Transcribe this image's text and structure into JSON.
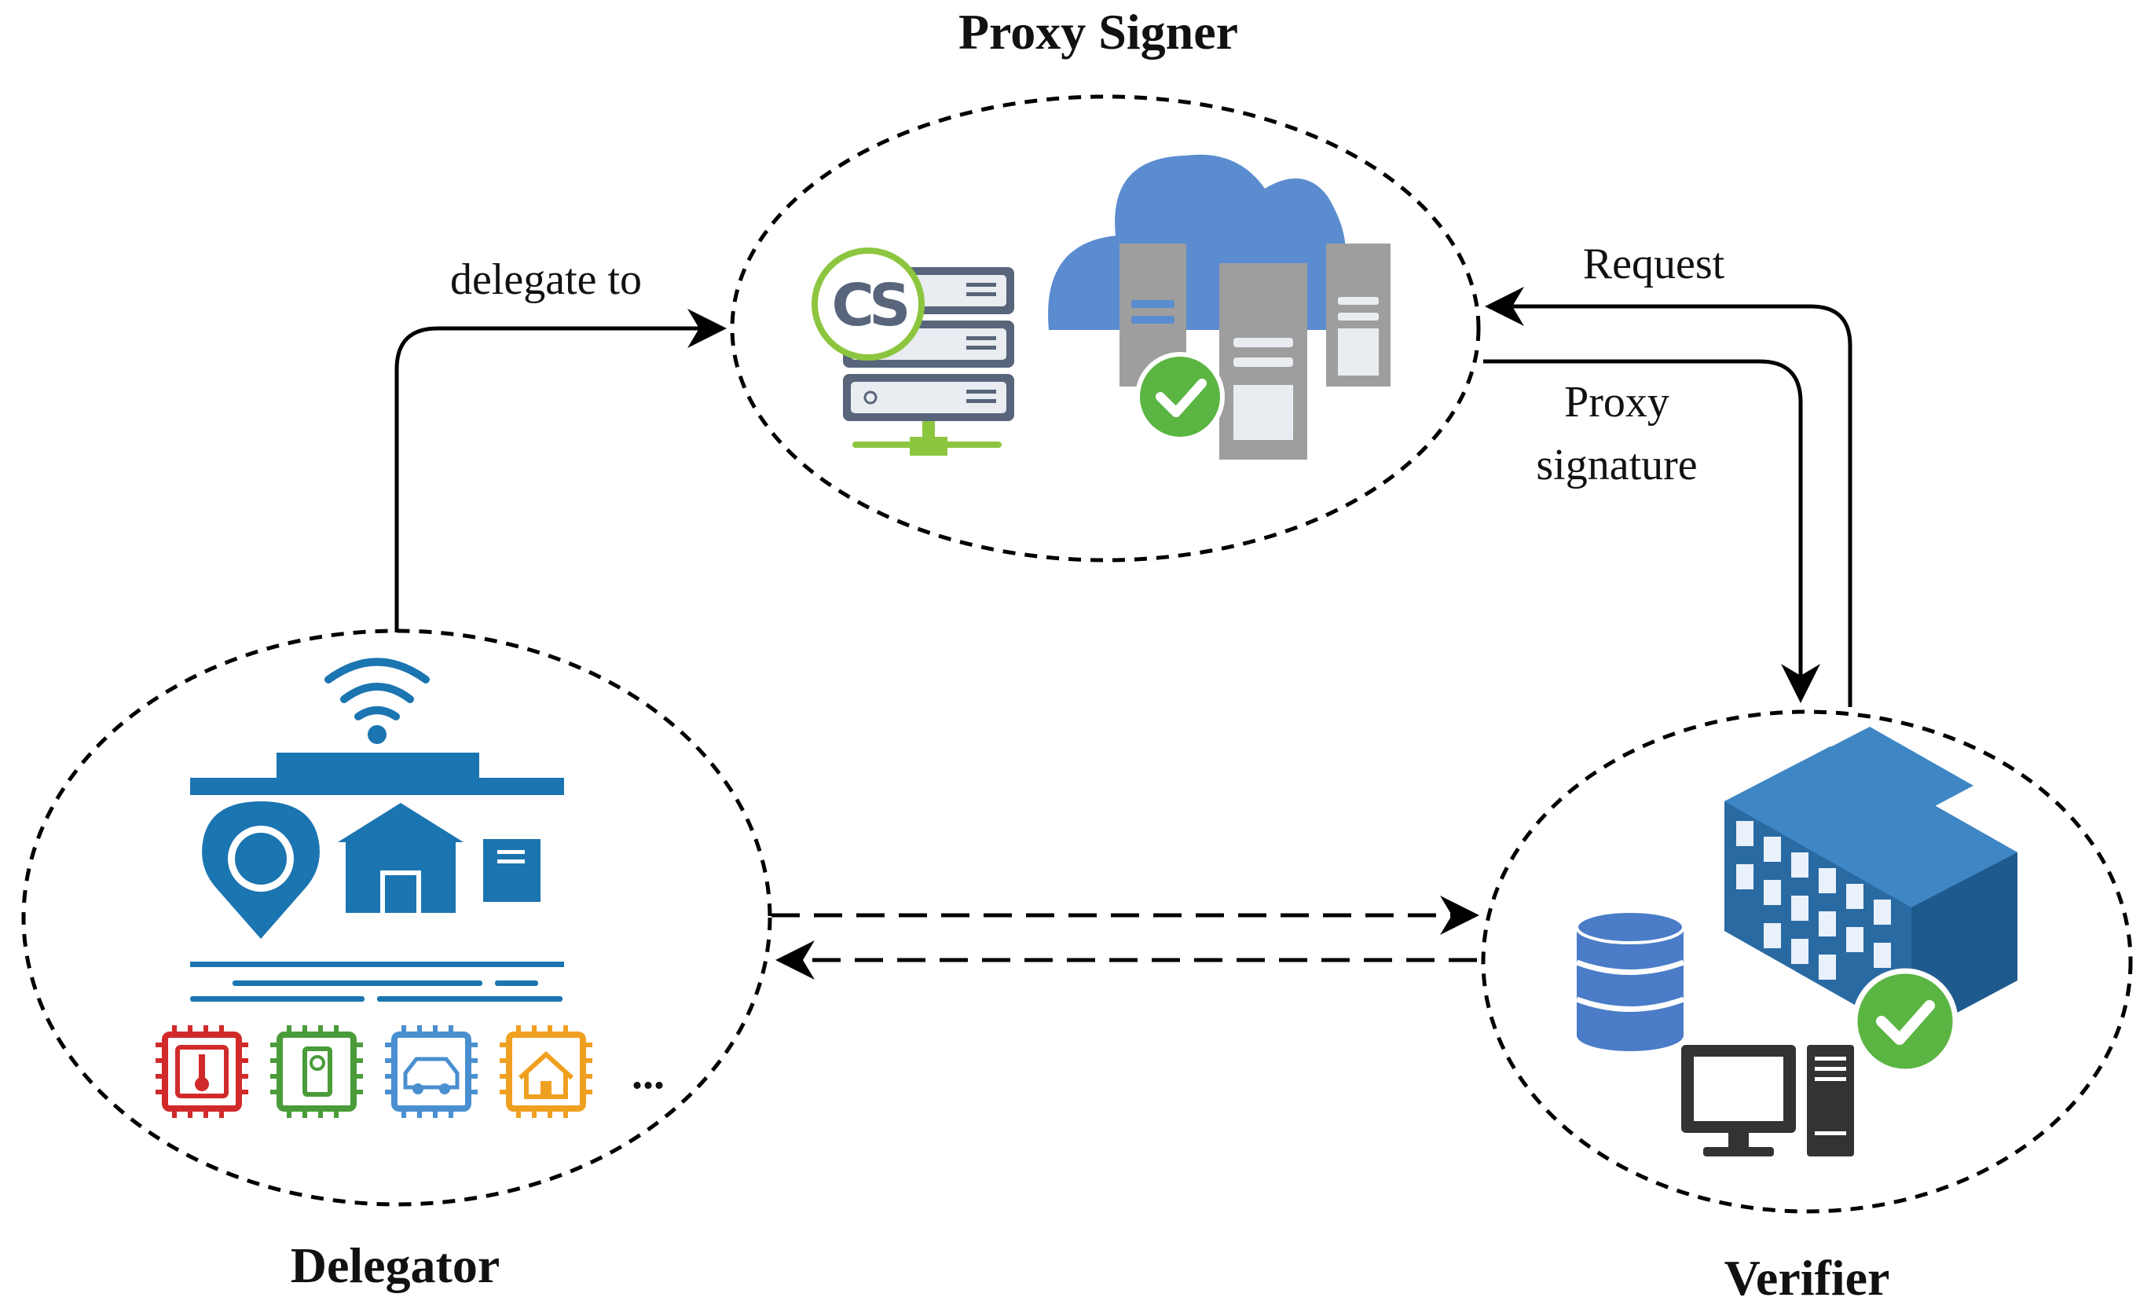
{
  "nodes": {
    "proxy_signer": {
      "title": "Proxy Signer"
    },
    "delegator": {
      "title": "Delegator",
      "more_devices": "..."
    },
    "verifier": {
      "title": "Verifier"
    }
  },
  "edges": {
    "delegate": "delegate to",
    "request": "Request",
    "proxy_signature_line1": "Proxy",
    "proxy_signature_line2": "signature"
  },
  "logo": {
    "text": "CS"
  },
  "colors": {
    "building_blue": "#1b75b1",
    "cloud_blue": "#5b8ccf",
    "server_gray": "#9e9e9e",
    "server_slate": "#58657a",
    "check_green": "#5bb543",
    "logo_green": "#8cc63f",
    "chip_red": "#d12a2a",
    "chip_green": "#4a9b3a",
    "chip_blue": "#4a8fd0",
    "chip_orange": "#f0a020",
    "db_blue": "#4a7cc7",
    "office_blue": "#2a6aa3",
    "line": "#000000"
  },
  "icons": [
    "wifi-icon",
    "location-pin-icon",
    "house-icon",
    "mailbox-icon",
    "thermometer-chip-icon",
    "device-chip-icon",
    "car-chip-icon",
    "home-chip-icon",
    "server-rack-icon",
    "cs-logo-icon",
    "cloud-icon",
    "tower-server-icon",
    "check-icon",
    "database-icon",
    "office-building-icon",
    "desktop-computer-icon"
  ]
}
